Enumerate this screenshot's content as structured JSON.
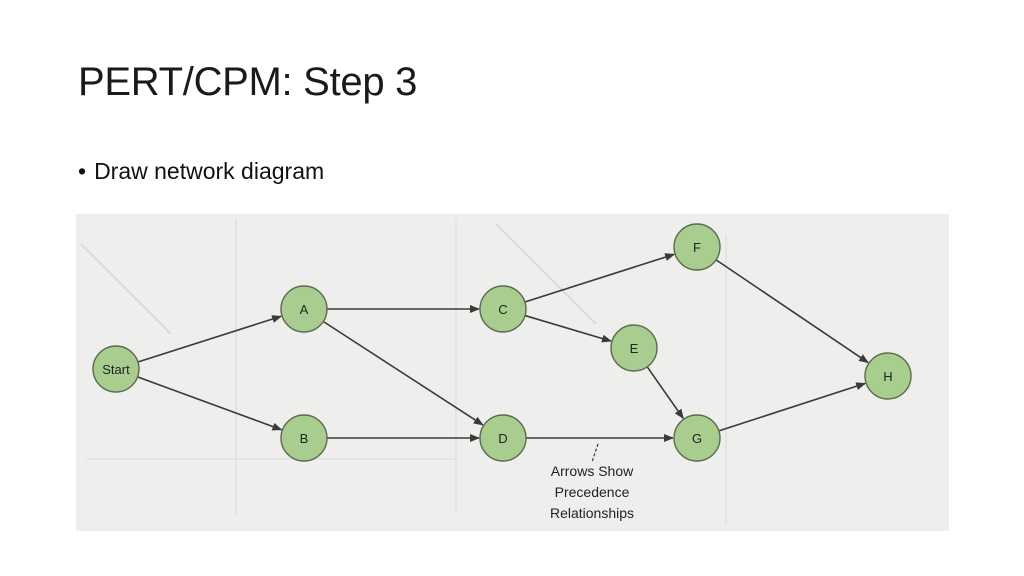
{
  "slide": {
    "title": "PERT/CPM: Step 3",
    "bullet": "Draw network diagram"
  },
  "diagram": {
    "nodes": [
      {
        "id": "start",
        "label": "Start"
      },
      {
        "id": "a",
        "label": "A"
      },
      {
        "id": "b",
        "label": "B"
      },
      {
        "id": "c",
        "label": "C"
      },
      {
        "id": "d",
        "label": "D"
      },
      {
        "id": "e",
        "label": "E"
      },
      {
        "id": "f",
        "label": "F"
      },
      {
        "id": "g",
        "label": "G"
      },
      {
        "id": "h",
        "label": "H"
      }
    ],
    "edges": [
      [
        "start",
        "a"
      ],
      [
        "start",
        "b"
      ],
      [
        "a",
        "c"
      ],
      [
        "a",
        "d"
      ],
      [
        "b",
        "d"
      ],
      [
        "c",
        "f"
      ],
      [
        "c",
        "e"
      ],
      [
        "d",
        "g"
      ],
      [
        "e",
        "g"
      ],
      [
        "f",
        "h"
      ],
      [
        "g",
        "h"
      ]
    ],
    "caption_lines": [
      "Arrows Show",
      "Precedence",
      "Relationships"
    ],
    "node_fill": "#a9cd8e",
    "node_stroke": "#5a6b50",
    "edge_color": "#3a3a3a",
    "panel_background": "#eeeeec"
  }
}
